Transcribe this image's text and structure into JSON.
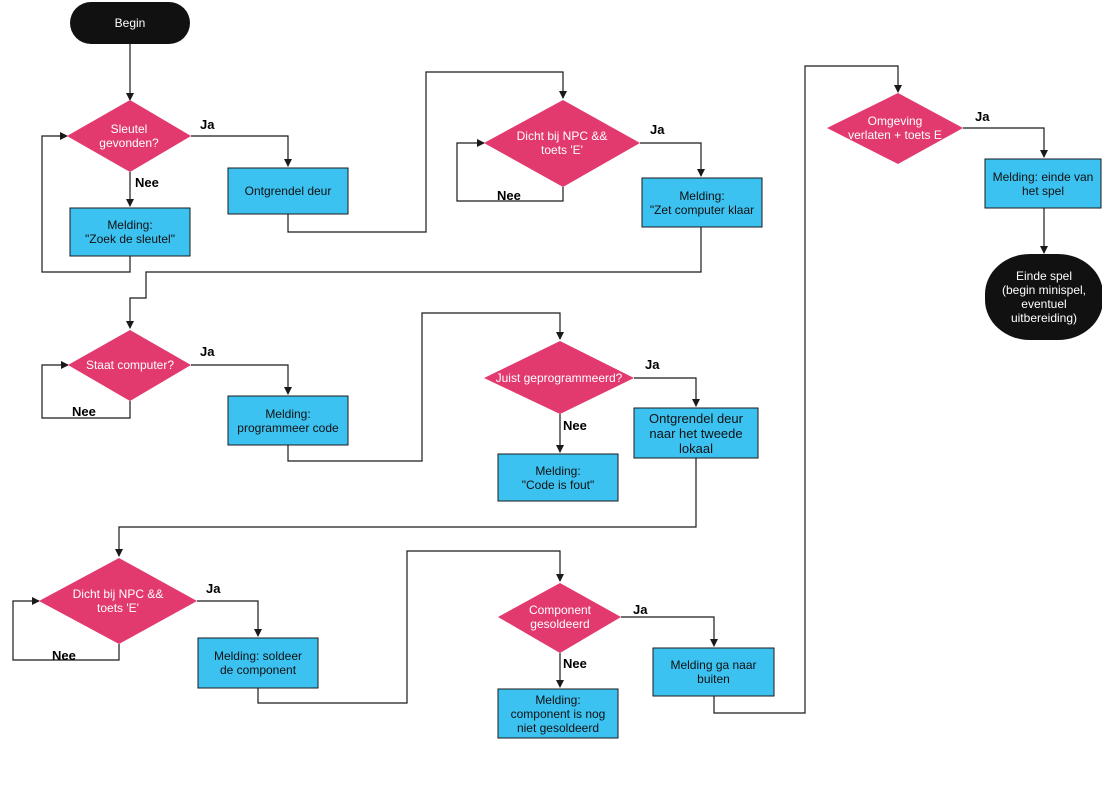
{
  "colors": {
    "decision": "#e23a6e",
    "process": "#3cc2f0",
    "terminal": "#111111",
    "line": "#1a1a1a"
  },
  "nodes": {
    "begin": "Begin",
    "q_sleutel": "Sleutel\ngevonden?",
    "msg_zoek": "Melding:\n\"Zoek de sleutel\"",
    "ontgrendel": "Ontgrendel deur",
    "q_npc1": "Dicht bij NPC &&\ntoets 'E'",
    "msg_computer": "Melding:\n\"Zet computer klaar",
    "q_omgeving": "Omgeving\nverlaten + toets E",
    "msg_einde": "Melding: einde van\nhet spel",
    "einde": "Einde spel\n(begin minispel,\neventuel\nuitbereiding)",
    "q_staat": "Staat computer?",
    "msg_programmeer": "Melding:\nprogrammeer code",
    "q_juist": "Juist geprogrammeerd?",
    "msg_fout": "Melding:\n\"Code is fout\"",
    "ontgrendel2": "Ontgrendel deur\nnaar het tweede\nlokaal",
    "q_npc2": "Dicht bij NPC &&\ntoets 'E'",
    "msg_soldeer": "Melding: soldeer\nde component",
    "q_component": "Component\ngesoldeerd",
    "msg_niet": "Melding:\ncomponent is nog\nniet gesoldeerd",
    "msg_buiten": "Melding ga naar\nbuiten"
  },
  "edge_labels": {
    "ja": "Ja",
    "nee": "Nee"
  }
}
